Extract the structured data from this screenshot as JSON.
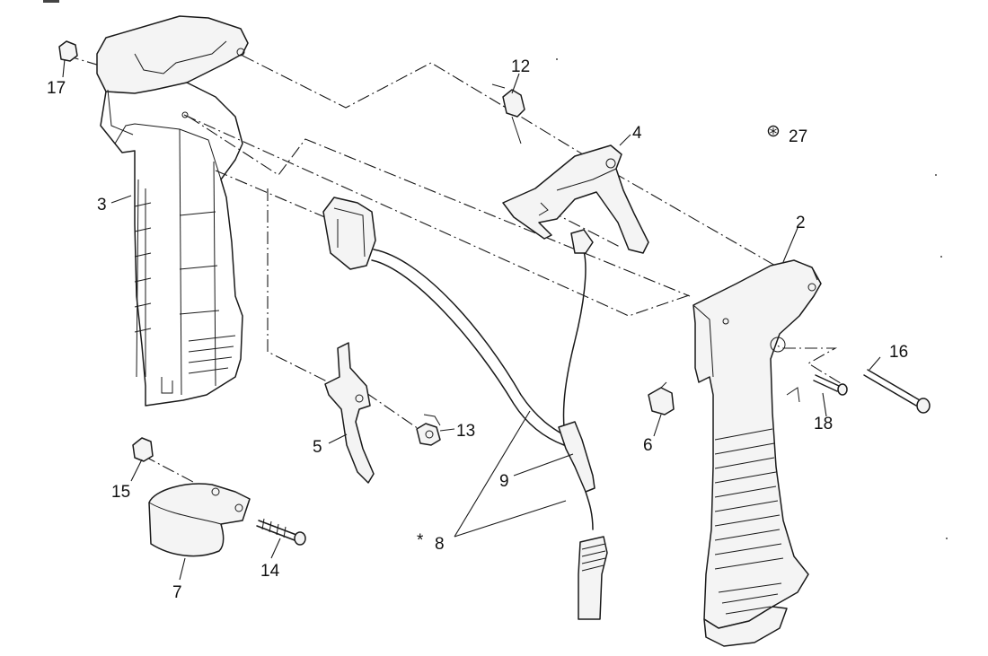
{
  "callouts": {
    "c2": "2",
    "c3": "3",
    "c4": "4",
    "c5": "5",
    "c6": "6",
    "c7": "7",
    "c8": "8",
    "c8_mark": "*",
    "c9": "9",
    "c12": "12",
    "c13": "13",
    "c14": "14",
    "c15": "15",
    "c16": "16",
    "c17": "17",
    "c18": "18",
    "c27": "27",
    "c27_mark": "⊛"
  }
}
